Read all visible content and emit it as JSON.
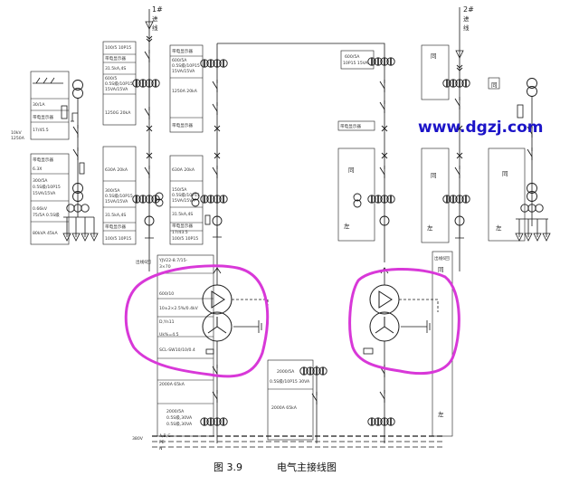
{
  "caption": {
    "figure_number": "图 3.9",
    "title": "电气主接线图"
  },
  "watermark": "www.dgzj.com",
  "incoming_lines": {
    "left": {
      "number": "1#",
      "chars": [
        "进",
        "线"
      ]
    },
    "right": {
      "number": "2#",
      "chars": [
        "进",
        "线"
      ]
    }
  },
  "outgoing_lines": {
    "left": "出线6回",
    "right": "出线6回"
  },
  "tie_box": [
    "600/5A",
    "10P15  15VA"
  ],
  "left_side_labels": [
    "10kV",
    "1250A"
  ],
  "left_pt_cabinet": {
    "top": [
      "30/1A",
      "带电显示器",
      "17/45.5"
    ],
    "bottom": [
      "带电显示器",
      "6.3X",
      "300/5A",
      "0.5S级/10P15",
      "15VA/15VA",
      "0.66kV",
      "75/5A 0.5S级",
      "80kVA 45kA"
    ]
  },
  "left_incomer_panel_a": {
    "top": [
      "100/5 10P15",
      "带电显示器",
      "31.5kA,4S",
      "600/5",
      "0.5S级/10P15",
      "15VA/15VA",
      "1250G 20kA"
    ],
    "bottom": [
      "630A 20kA",
      "300/5A",
      "0.5S级/10P15",
      "15VA/15VA",
      "31.5kA,4S",
      "带电显示器",
      "100/5 10P15"
    ]
  },
  "left_incomer_panel_b": {
    "top": [
      "带电显示器",
      "600/5A",
      "0.5S级/10P15",
      "15VA/15VA",
      "1250A 20kA",
      "带电显示器"
    ],
    "bottom": [
      "630A 20kA",
      "150/5A",
      "0.5S级/10P15",
      "15VA/15VA",
      "31.5kA,4S",
      "带电显示器",
      "17/43.5",
      "100/5 10P15"
    ]
  },
  "transformer_panel": [
    "YJV22-8.7/15-",
    "3×70",
    "600/10",
    "10±2×2.5%/0.4kV",
    "D,Yn11",
    "Uk%=4.5",
    "SCL-SW10/10/0.4",
    "2000A  65kA"
  ],
  "bottom_panel_left": [
    "2000/5A",
    "0.5S级,30VA",
    "0.5S级,30VA"
  ],
  "bottom_tie_box": [
    "2000/5A",
    "0.5S级/10P15  30VA",
    "2000A  65kA"
  ],
  "bus_labels": [
    "380V",
    "A,B,C",
    "PE",
    "N"
  ],
  "same_labels": {
    "same": "同",
    "left": "左"
  },
  "right_small_panel_labels": [
    "带电显示器",
    "600/5A",
    "10P15  15VA"
  ],
  "highlight_color": "#d838d8",
  "line_color": "#1a1a1a",
  "watermark_color": "#1c14c8"
}
